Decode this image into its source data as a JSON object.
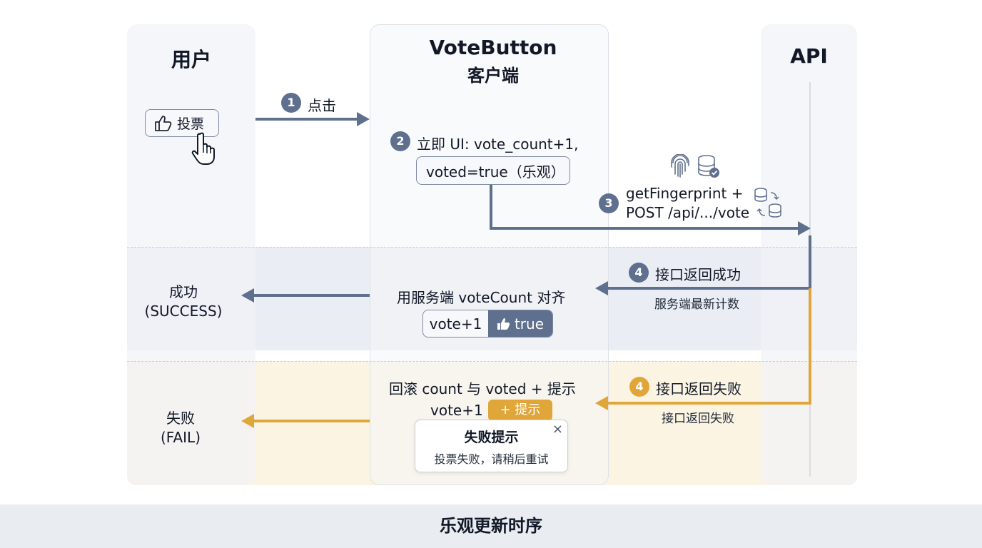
{
  "lanes": {
    "user": "用户",
    "client_line1": "VoteButton",
    "client_line2": "客户端",
    "api": "API"
  },
  "steps": {
    "s1_num": "1",
    "s1_label": "点击",
    "vote_button": "投票",
    "s2_num": "2",
    "s2_line1": "立即 UI: vote_count+1,",
    "s2_line2": "voted=true（乐观）",
    "s3_num": "3",
    "s3_line1": "getFingerprint +",
    "s3_line2": "POST /api/.../vote",
    "s4s_num": "4",
    "s4s_label": "接口返回成功",
    "s4s_sub": "服务端最新计数",
    "s4f_num": "4",
    "s4f_label": "接口返回失败",
    "s4f_sub": "接口返回失败"
  },
  "success": {
    "outcome_line1": "成功",
    "outcome_line2": "(SUCCESS)",
    "client_text": "用服务端 voteCount 对齐",
    "pill_left": "vote+1",
    "pill_right": "true"
  },
  "fail": {
    "outcome_line1": "失败",
    "outcome_line2": "(FAIL)",
    "client_text": "回滚 count 与 voted + 提示",
    "vote_text": "vote+1",
    "tip_tag": "+ 提示",
    "toast_title": "失败提示",
    "toast_body": "投票失败，请稍后重试",
    "toast_close": "×"
  },
  "footer_title": "乐观更新时序",
  "colors": {
    "success_arrow": "#5f6f8e",
    "fail_arrow": "#e1a63a",
    "success_band": "#eaedf4",
    "fail_band": "#fbf4e3"
  },
  "icons": [
    "thumbs-up-icon",
    "hand-cursor-icon",
    "fingerprint-icon",
    "database-check-icon",
    "database-sync-icon",
    "close-icon"
  ]
}
